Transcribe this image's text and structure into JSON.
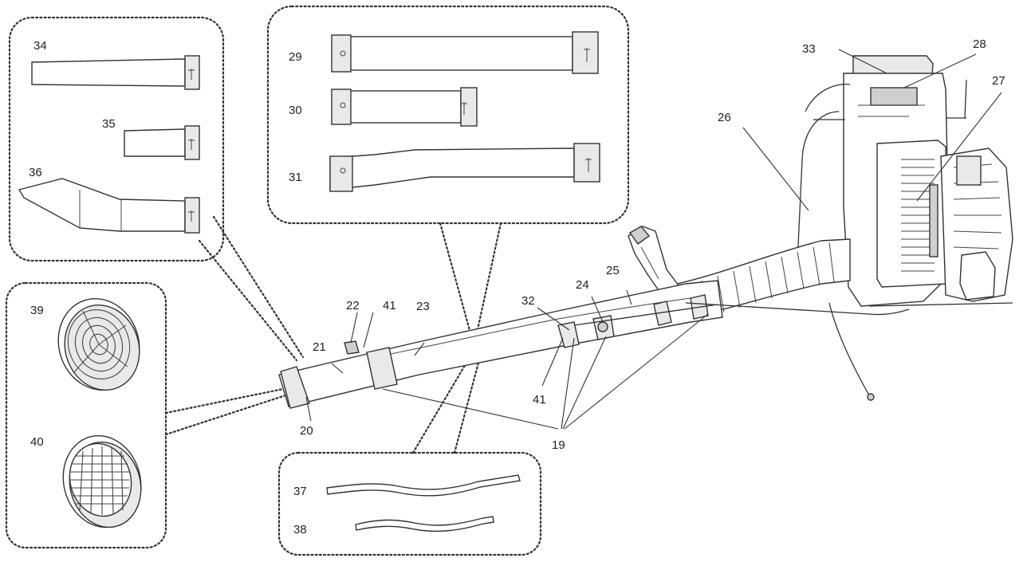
{
  "diagram": {
    "callouts": {
      "c19": "19",
      "c20": "20",
      "c21": "21",
      "c22": "22",
      "c23": "23",
      "c24": "24",
      "c25": "25",
      "c26": "26",
      "c27": "27",
      "c28": "28",
      "c29": "29",
      "c30": "30",
      "c31": "31",
      "c32": "32",
      "c33": "33",
      "c34": "34",
      "c35": "35",
      "c36": "36",
      "c37": "37",
      "c38": "38",
      "c39": "39",
      "c40": "40",
      "c41a": "41",
      "c41b": "41"
    },
    "groups": [
      "nozzle-kit",
      "extension-pipes",
      "nozzle-caps",
      "ties"
    ]
  }
}
